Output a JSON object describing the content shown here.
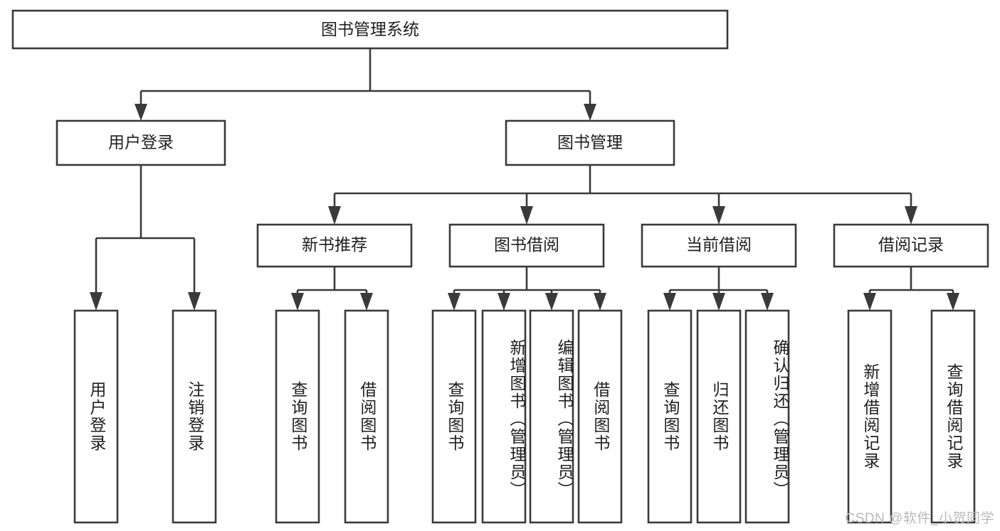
{
  "diagram": {
    "title": "图书管理系统",
    "type": "hierarchy-tree",
    "watermark": "CSDN @软件_小贺同学",
    "colors": {
      "stroke": "#3a3a3a",
      "box_fill": "#ffffff",
      "text": "#1f1f1f",
      "background": "#ffffff",
      "watermark": "#b9b9b9"
    },
    "root": {
      "label": "图书管理系统"
    },
    "level2": [
      {
        "label": "用户登录"
      },
      {
        "label": "图书管理"
      }
    ],
    "level3": [
      {
        "label": "新书推荐"
      },
      {
        "label": "图书借阅"
      },
      {
        "label": "当前借阅"
      },
      {
        "label": "借阅记录"
      }
    ],
    "leaves": {
      "user_login": [
        {
          "label": "用户登录"
        },
        {
          "label": "注销登录"
        }
      ],
      "new_book": [
        {
          "label": "查询图书"
        },
        {
          "label": "借阅图书"
        }
      ],
      "book_borrow": [
        {
          "label": "查询图书"
        },
        {
          "label": "新增图书（管理员）"
        },
        {
          "label": "编辑图书（管理员）"
        },
        {
          "label": "借阅图书"
        }
      ],
      "current_borrow": [
        {
          "label": "查询图书"
        },
        {
          "label": "归还图书"
        },
        {
          "label": "确认归还（管理员）"
        }
      ],
      "borrow_record": [
        {
          "label": "新增借阅记录"
        },
        {
          "label": "查询借阅记录"
        }
      ]
    }
  }
}
